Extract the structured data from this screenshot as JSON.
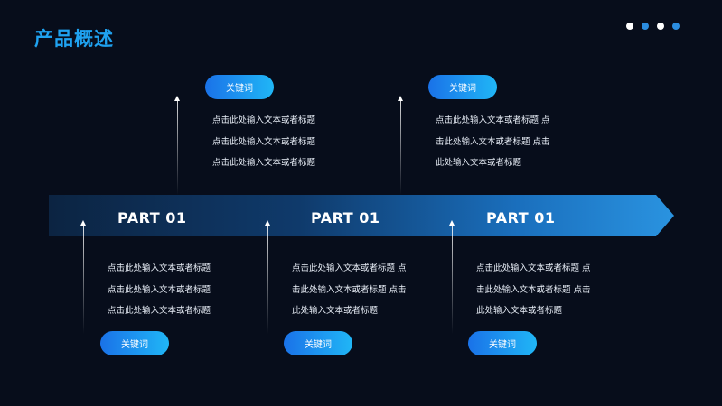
{
  "header": {
    "title": "产品概述"
  },
  "pager": {
    "dots": [
      "#ffffff",
      "#2b8de0",
      "#ffffff",
      "#2b8de0"
    ]
  },
  "timeline": {
    "parts": [
      "PART 01",
      "PART 01",
      "PART 01"
    ]
  },
  "top_items": [
    {
      "keyword": "关键词",
      "lines": [
        "点击此处输入文本或者标题",
        "点击此处输入文本或者标题",
        "点击此处输入文本或者标题"
      ]
    },
    {
      "keyword": "关键词",
      "lines": [
        "点击此处输入文本或者标题 点",
        "击此处输入文本或者标题 点击",
        "此处输入文本或者标题"
      ]
    }
  ],
  "bottom_items": [
    {
      "keyword": "关键词",
      "lines": [
        "点击此处输入文本或者标题",
        "点击此处输入文本或者标题",
        "点击此处输入文本或者标题"
      ]
    },
    {
      "keyword": "关键词",
      "lines": [
        "点击此处输入文本或者标题 点",
        "击此处输入文本或者标题 点击",
        "此处输入文本或者标题"
      ]
    },
    {
      "keyword": "关键词",
      "lines": [
        "点击此处输入文本或者标题 点",
        "击此处输入文本或者标题 点击",
        "此处输入文本或者标题"
      ]
    }
  ]
}
